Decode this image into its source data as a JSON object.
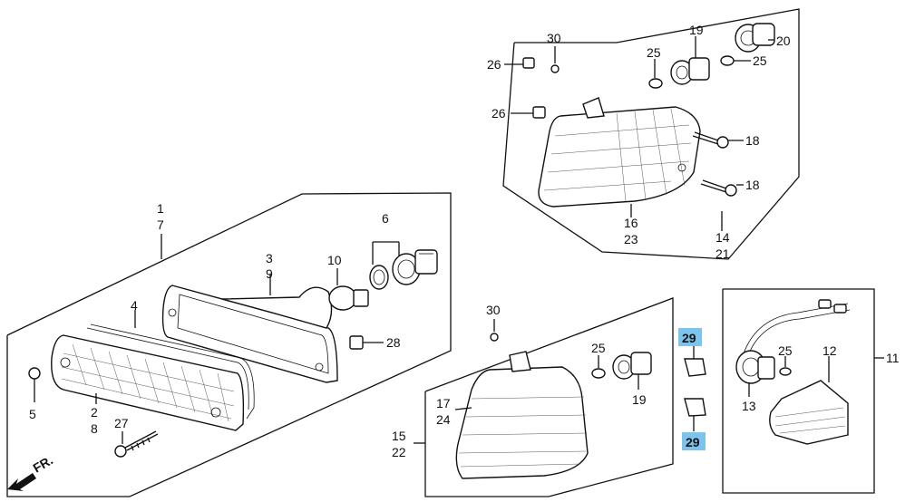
{
  "parts": {
    "p1": "1",
    "p7": "7",
    "p3": "3",
    "p9": "9",
    "p4": "4",
    "p6": "6",
    "p10": "10",
    "p28": "28",
    "p5": "5",
    "p2": "2",
    "p8": "8",
    "p27": "27",
    "p30a": "30",
    "p26a": "26",
    "p26b": "26",
    "p25a": "25",
    "p19a": "19",
    "p20": "20",
    "p25b": "25",
    "p18a": "18",
    "p18b": "18",
    "p16": "16",
    "p23": "23",
    "p14": "14",
    "p21": "21",
    "p30b": "30",
    "p25c": "25",
    "p19b": "19",
    "p17": "17",
    "p24": "24",
    "p15": "15",
    "p22": "22",
    "p29a": "29",
    "p29b": "29",
    "p11": "11",
    "p12": "12",
    "p13": "13",
    "p25d": "25"
  },
  "direction_label": "FR.",
  "highlight_color": "#7cc3ee"
}
